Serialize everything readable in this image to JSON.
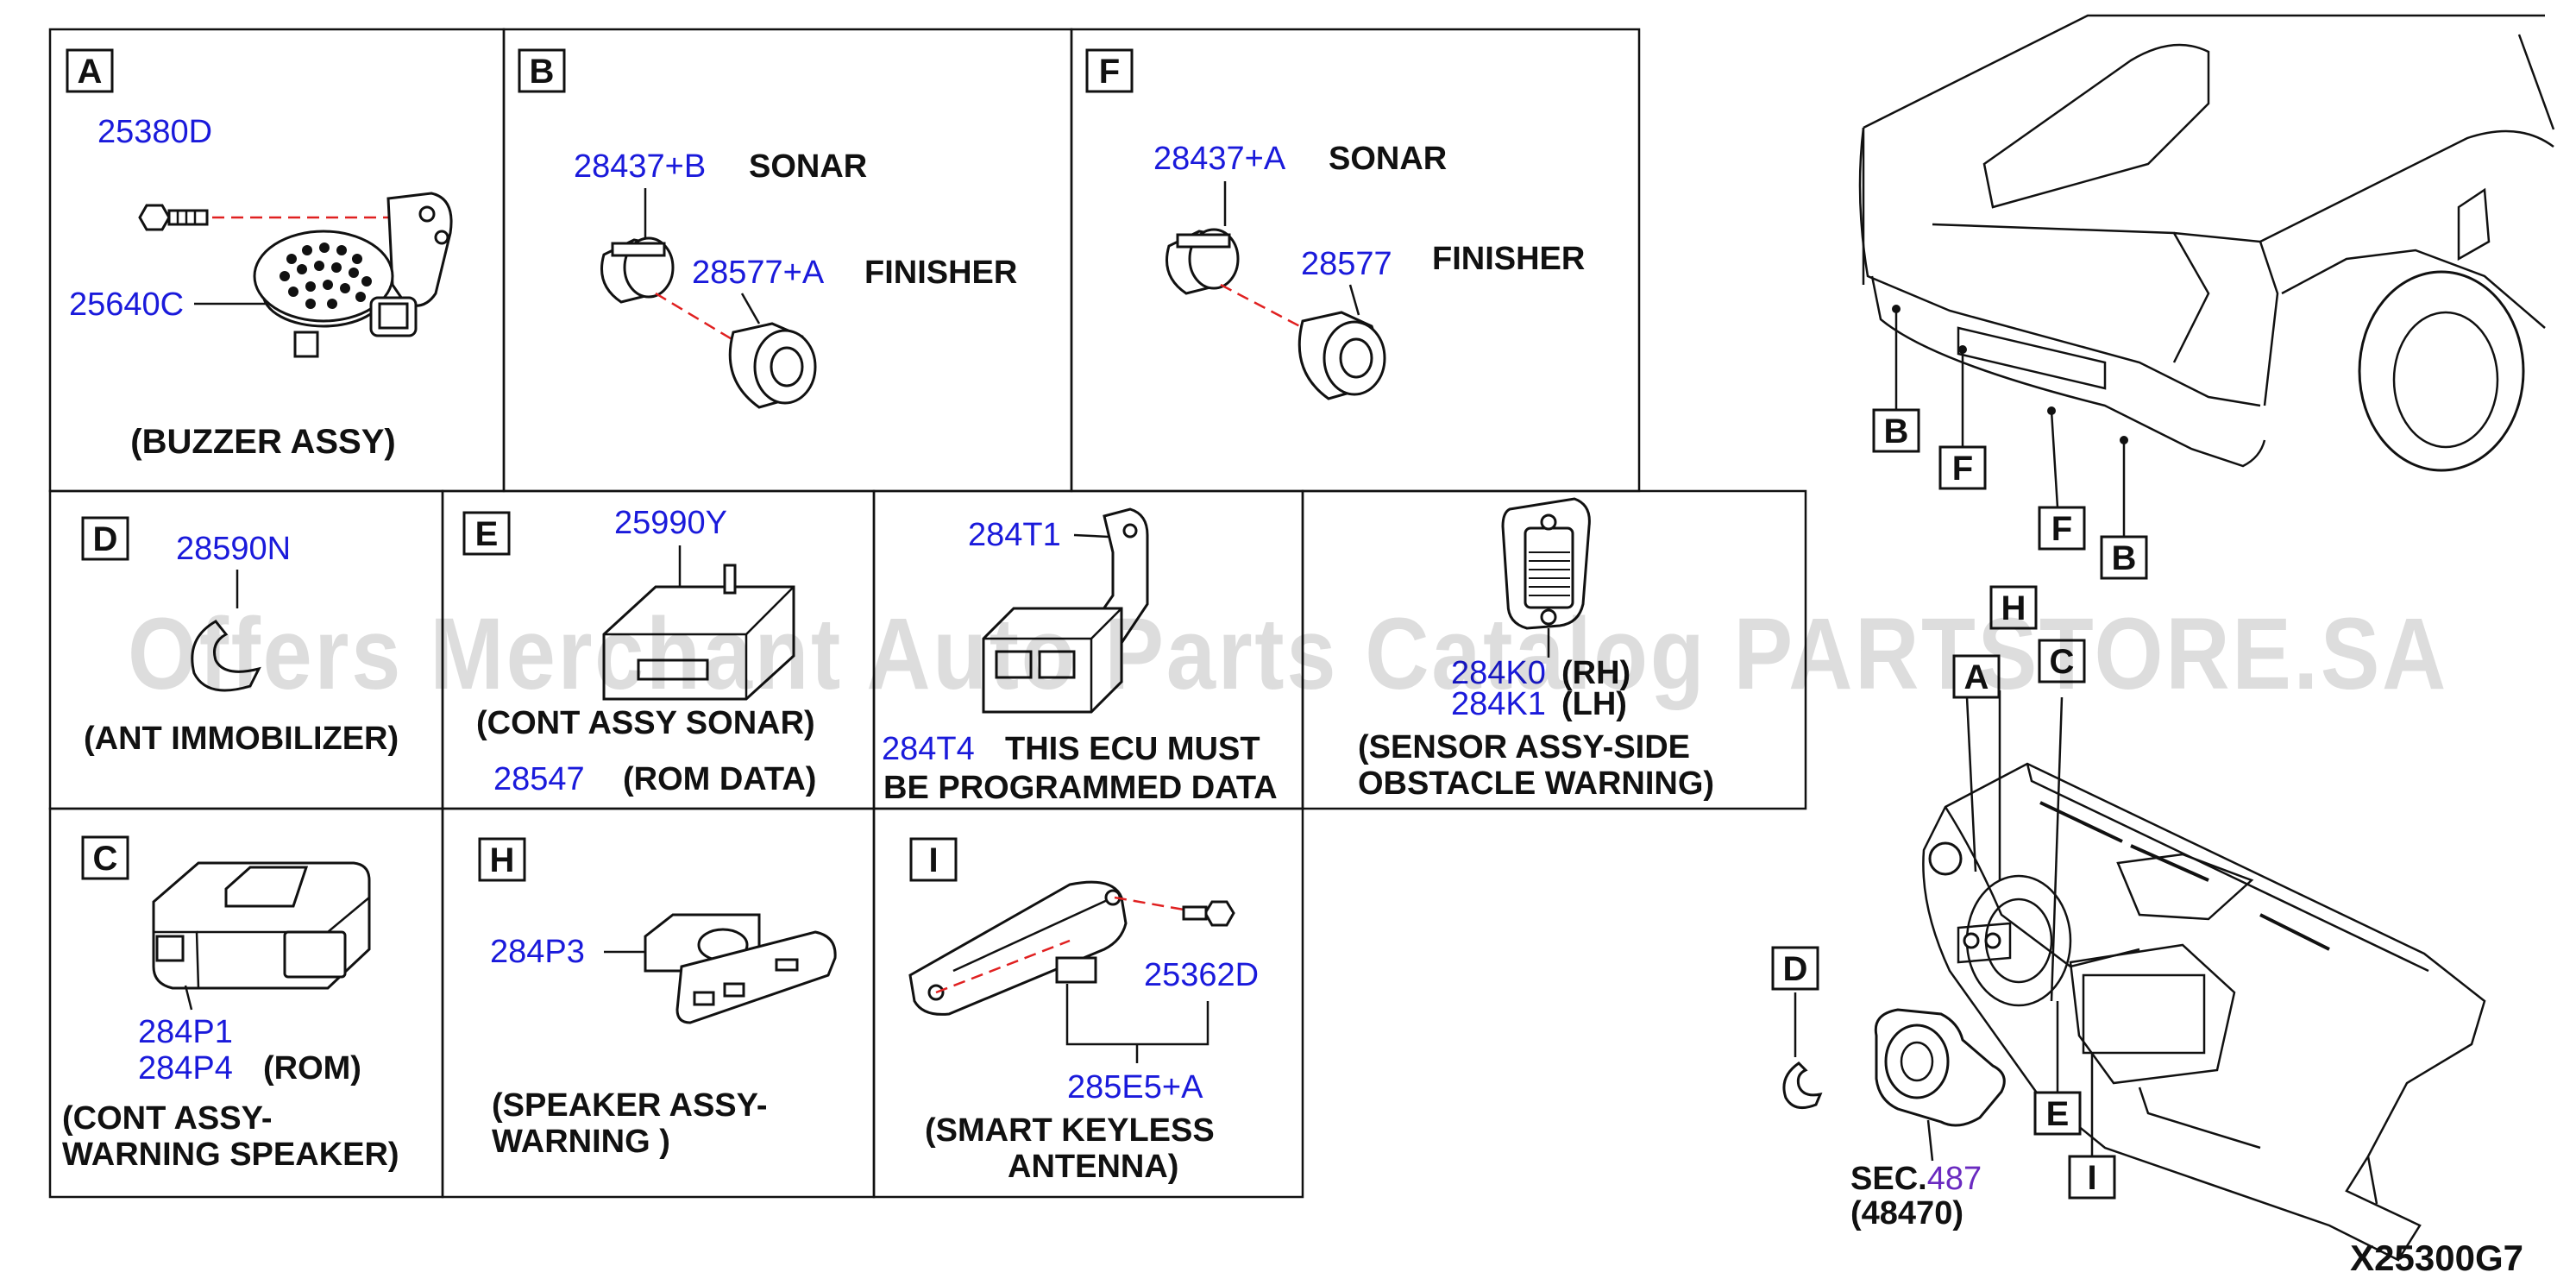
{
  "panels": {
    "A": {
      "letter": "A",
      "parts": [
        "25380D",
        "25640C"
      ],
      "caption": "(BUZZER ASSY)"
    },
    "B": {
      "letter": "B",
      "parts": [
        "28437+B",
        "28577+A"
      ],
      "names": [
        "SONAR",
        "FINISHER"
      ]
    },
    "F": {
      "letter": "F",
      "parts": [
        "28437+A",
        "28577"
      ],
      "names": [
        "SONAR",
        "FINISHER"
      ]
    },
    "D": {
      "letter": "D",
      "parts": [
        "28590N"
      ],
      "caption": "(ANT IMMOBILIZER)"
    },
    "E": {
      "letter": "E",
      "parts": [
        "25990Y",
        "28547"
      ],
      "caption": "(CONT ASSY SONAR)",
      "note": "(ROM DATA)"
    },
    "ECU": {
      "parts": [
        "284T1",
        "284T4"
      ],
      "note_line1": "THIS ECU MUST",
      "note_line2": "BE PROGRAMMED DATA"
    },
    "SENSOR": {
      "parts": [
        "284K0",
        "284K1"
      ],
      "side_rh": "(RH)",
      "side_lh": "(LH)",
      "caption_line1": "(SENSOR ASSY-SIDE",
      "caption_line2": "OBSTACLE WARNING)"
    },
    "C": {
      "letter": "C",
      "parts": [
        "284P1",
        "284P4"
      ],
      "note": "(ROM)",
      "caption_line1": "(CONT ASSY-",
      "caption_line2": "WARNING SPEAKER)"
    },
    "H": {
      "letter": "H",
      "parts": [
        "284P3"
      ],
      "caption_line1": "(SPEAKER ASSY-",
      "caption_line2": "WARNING )"
    },
    "I": {
      "letter": "I",
      "parts": [
        "25362D",
        "285E5+A"
      ],
      "caption_line1": "(SMART KEYLESS",
      "caption_line2": "ANTENNA)"
    }
  },
  "vehicle_callouts": {
    "truck": [
      "B",
      "F",
      "F",
      "B"
    ],
    "dash": [
      "H",
      "A",
      "C",
      "D",
      "E",
      "I"
    ]
  },
  "section_ref": {
    "prefix": "SEC.",
    "number": "487",
    "sub": "(48470)"
  },
  "diagram_code": "X25300G7",
  "watermark": "Offers Merchant Auto Parts Catalog PARTSTORE.SA",
  "colors": {
    "part_number": "#1a1adb",
    "section_number": "#6a2ac0",
    "dash_line": "#e02020",
    "line": "#111111"
  }
}
